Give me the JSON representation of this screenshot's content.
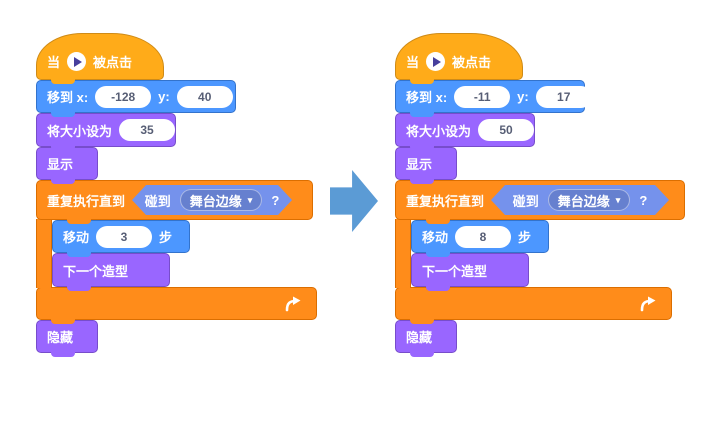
{
  "colors": {
    "events_block": "#FFAB19",
    "motion_block": "#4C97FF",
    "looks_block": "#9966FF",
    "control_block": "#FF8C1A",
    "boolean_block": "#7592EC",
    "transform_arrow": "#5B9BD5",
    "play_triangle": "#473F9D",
    "input_text": "#575E75"
  },
  "dropdown_caret": "▾",
  "stacks": [
    {
      "name": "before",
      "hat": {
        "when": "当",
        "clicked": "被点击"
      },
      "goto": {
        "label": "移到 x:",
        "x_value": "-128",
        "y_label": "y:",
        "y_value": "40"
      },
      "set_size": {
        "label": "将大小设为",
        "value": "35"
      },
      "show": {
        "label": "显示"
      },
      "repeat_until": {
        "label": "重复执行直到",
        "condition_label": "碰到",
        "condition_option": "舞台边缘",
        "question_mark": "?"
      },
      "move": {
        "label": "移动",
        "value": "3",
        "unit": "步"
      },
      "next_costume": {
        "label": "下一个造型"
      },
      "hide": {
        "label": "隐藏"
      }
    },
    {
      "name": "after",
      "hat": {
        "when": "当",
        "clicked": "被点击"
      },
      "goto": {
        "label": "移到 x:",
        "x_value": "-11",
        "y_label": "y:",
        "y_value": "17"
      },
      "set_size": {
        "label": "将大小设为",
        "value": "50"
      },
      "show": {
        "label": "显示"
      },
      "repeat_until": {
        "label": "重复执行直到",
        "condition_label": "碰到",
        "condition_option": "舞台边缘",
        "question_mark": "?"
      },
      "move": {
        "label": "移动",
        "value": "8",
        "unit": "步"
      },
      "next_costume": {
        "label": "下一个造型"
      },
      "hide": {
        "label": "隐藏"
      }
    }
  ]
}
